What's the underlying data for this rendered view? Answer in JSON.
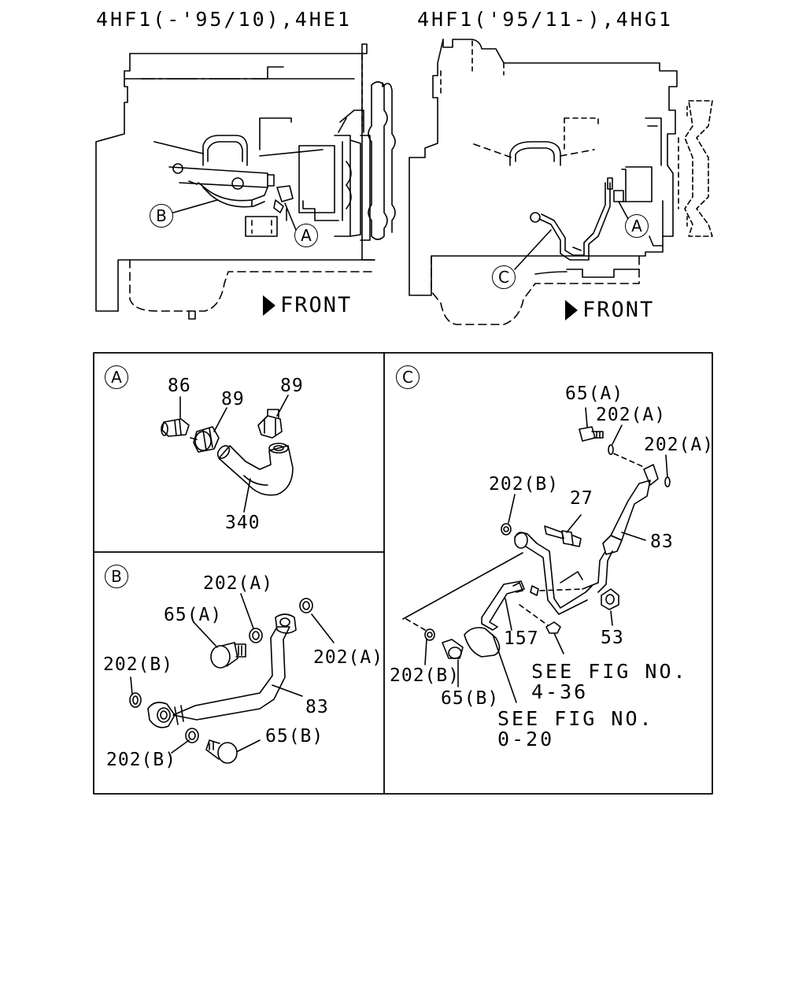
{
  "top": {
    "left_title": "4HF1(-'95/10),4HE1",
    "right_title": "4HF1('95/11-),4HG1",
    "front_label": "FRONT",
    "left_callouts": [
      "B",
      "A"
    ],
    "right_callouts": [
      "C",
      "A"
    ]
  },
  "panel_a": {
    "badge": "A",
    "labels": [
      "86",
      "89",
      "89",
      "340"
    ]
  },
  "panel_b": {
    "badge": "B",
    "labels": [
      "202(A)",
      "65(A)",
      "202(A)",
      "202(B)",
      "83",
      "65(B)",
      "202(B)"
    ]
  },
  "panel_c": {
    "badge": "C",
    "labels": [
      "65(A)",
      "202(A)",
      "202(A)",
      "202(B)",
      "27",
      "83",
      "157",
      "53",
      "202(B)",
      "65(B)"
    ],
    "note1": [
      "SEE FIG NO.",
      "4-36"
    ],
    "note2": [
      "SEE FIG NO.",
      "0-20"
    ]
  }
}
